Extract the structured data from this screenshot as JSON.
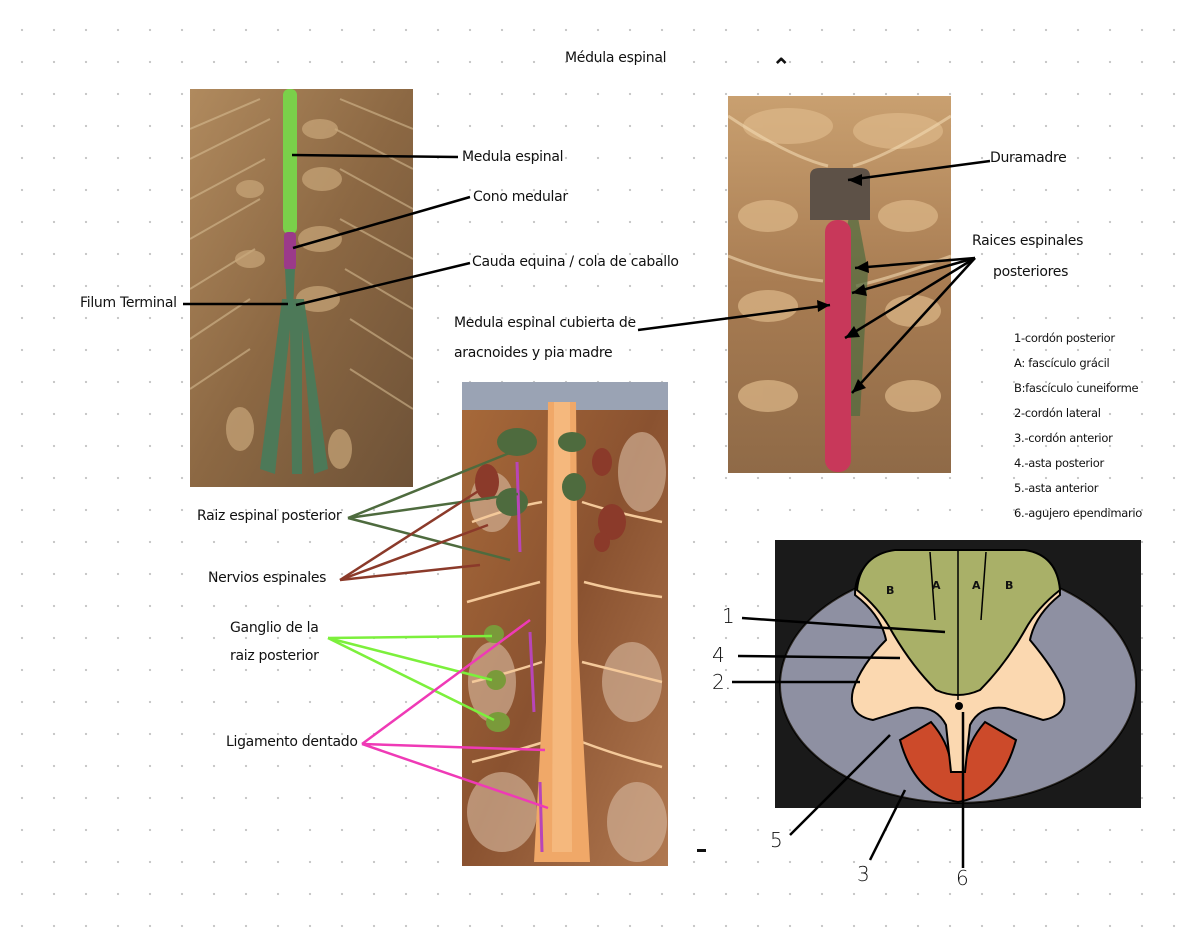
{
  "title": "Médula espinal",
  "panel1": {
    "labels": {
      "medula": "Medula espinal",
      "cono": "Cono medular",
      "cauda": "Cauda equina / cola de caballo",
      "filum": "Filum Terminal"
    }
  },
  "panel2": {
    "labels": {
      "duramadre": "Duramadre",
      "raices_line1": "Raices espinales",
      "raices_line2": "posteriores",
      "cubierta_line1": "Medula espinal cubierta de",
      "cubierta_line2": "aracnoides y pia madre"
    }
  },
  "panel3": {
    "labels": {
      "raiz": "Raiz espinal posterior",
      "nervios": "Nervios espinales",
      "ganglio_line1": "Ganglio de la",
      "ganglio_line2": "raiz posterior",
      "ligamento": "Ligamento dentado"
    }
  },
  "legend": [
    "1-cordón posterior",
    "A: fascículo grácil",
    "B:fascículo cuneiforme",
    "2-cordón lateral",
    "3.-cordón anterior",
    "4.-asta posterior",
    "5.-asta anterior",
    "6.-agujero ependimario"
  ],
  "cross_section": {
    "region_labels": [
      "B",
      "A",
      "A",
      "B"
    ],
    "numbers": {
      "n1": "1",
      "n4": "4",
      "n2": "2.",
      "n5": "5",
      "n3": "3",
      "n6": "6"
    }
  },
  "colors": {
    "cord_green": "#7ad04a",
    "conus_purple": "#9b3a8a",
    "cauda_green": "#4a7a5a",
    "dura_gray": "#5d5147",
    "cord_pink": "#c8385a",
    "root_green": "#4e6b3e",
    "nerve_red": "#8b3a2a",
    "ganglion_lime": "#7cf03c",
    "ligament_magenta": "#ef3ab6",
    "tract_olive": "#a9b068",
    "gray_matter": "#fbd8b0",
    "lateral_blue": "#8088a8",
    "anterior_red": "#cc4a2a"
  }
}
